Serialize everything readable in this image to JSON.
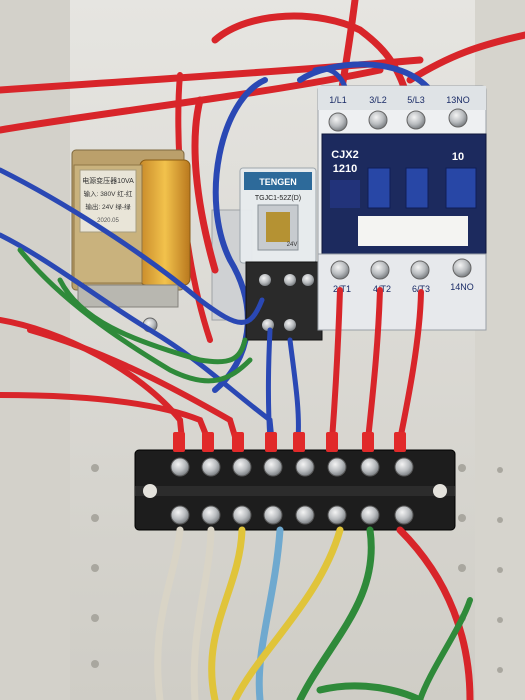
{
  "transformer": {
    "label_lines": [
      "电源变压器10VA",
      "输入: 380V 红-红",
      "输出: 24V 绿-绿",
      "2020.05"
    ]
  },
  "relay": {
    "brand": "TENGEN",
    "model": "TGJC1-52Z(D)",
    "voltage": "24V"
  },
  "contactor": {
    "model_line1": "CJX2",
    "model_line2": "1210",
    "aux_code": "10",
    "top_terminals": [
      "1/L1",
      "3/L2",
      "5/L3",
      "13NO"
    ],
    "bottom_terminals": [
      "2/T1",
      "4/T2",
      "6/T3",
      "14NO"
    ]
  },
  "colors": {
    "enclosure": "#dcdbd6",
    "wire_red": "#d8252a",
    "wire_blue": "#2a48b4",
    "wire_green": "#2f8a3a",
    "wire_yellow": "#e0c43a",
    "wire_white": "#d9d4c6",
    "wire_lightblue": "#6fa9cf",
    "contactor_blue": "#1d3b8a",
    "terminal_black": "#1d1d1d"
  }
}
